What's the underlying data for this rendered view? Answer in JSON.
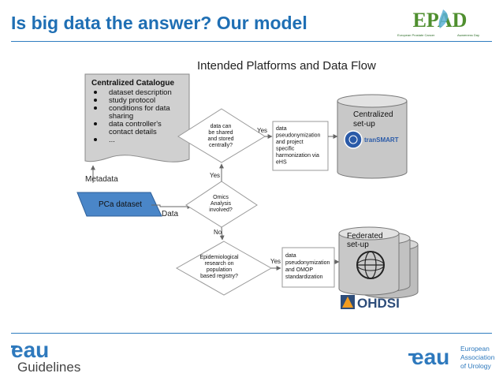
{
  "slide": {
    "title": "Is big data the answer? Our model"
  },
  "epad_logo": {
    "letters": "EPAD",
    "subtitle_left": "European Prostate Cancer",
    "subtitle_right": "Awareness Day"
  },
  "diagram": {
    "title": "Intended Platforms and Data Flow",
    "catalogue": {
      "heading": "Centralized Catalogue",
      "items": [
        [
          "dataset description"
        ],
        [
          "study protocol"
        ],
        [
          "conditions for data",
          "sharing"
        ],
        [
          "data controller's",
          "contact details"
        ],
        [
          "..."
        ]
      ]
    },
    "metadata_label": "Metadata",
    "data_label": "Data",
    "dataset_label": "PCa dataset",
    "decision_shared": [
      "data can",
      "be shared",
      "and stored",
      "centrally?"
    ],
    "decision_omics": [
      "Omics",
      "Analysis",
      "involved?"
    ],
    "decision_epi": [
      "Epidemiological",
      "research on",
      "population",
      "based registry?"
    ],
    "yes_label": "Yes",
    "no_label": "No",
    "process_central": [
      "data",
      "pseudonymization",
      "and project",
      "specific",
      "harmonization via",
      "eHS"
    ],
    "process_federated": [
      "data",
      "pseudonymization",
      "and OMOP",
      "standardization"
    ],
    "central_db": [
      "Centralized",
      "set-up"
    ],
    "federated_db": [
      "Federated",
      "set-up"
    ],
    "transmart_label": "tranSMART",
    "ohdsi_label": "OHDSI"
  },
  "footer": {
    "eau_logo": "eau",
    "guidelines": "Guidelines",
    "eau_name": [
      "European",
      "Association",
      "of Urology"
    ]
  },
  "colors": {
    "title_blue": "#1f6fb4",
    "eau_blue": "#2e79bd",
    "dataset_fill": "#4a86c8",
    "diagram_gray": "#c8c8c8",
    "epad_green": "#5a9a3a"
  }
}
